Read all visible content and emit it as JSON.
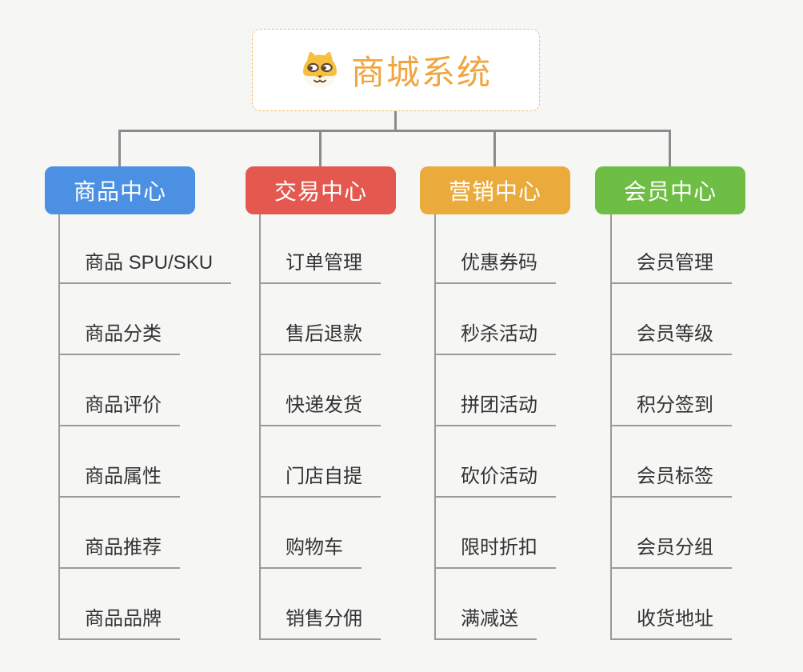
{
  "root": {
    "title": "商城系统",
    "icon": "dog-face-icon",
    "title_color": "#F0A640",
    "border_color": "#EFBD74"
  },
  "connector_color": "#8B8B8B",
  "branches": [
    {
      "label": "商品中心",
      "color": "#4B90E2",
      "items": [
        "商品 SPU/SKU",
        "商品分类",
        "商品评价",
        "商品属性",
        "商品推荐",
        "商品品牌"
      ]
    },
    {
      "label": "交易中心",
      "color": "#E4584F",
      "items": [
        "订单管理",
        "售后退款",
        "快递发货",
        "门店自提",
        "购物车",
        "销售分佣"
      ]
    },
    {
      "label": "营销中心",
      "color": "#EAAA3C",
      "items": [
        "优惠券码",
        "秒杀活动",
        "拼团活动",
        "砍价活动",
        "限时折扣",
        "满减送"
      ]
    },
    {
      "label": "会员中心",
      "color": "#6EBE46",
      "items": [
        "会员管理",
        "会员等级",
        "积分签到",
        "会员标签",
        "会员分组",
        "收货地址"
      ]
    }
  ]
}
